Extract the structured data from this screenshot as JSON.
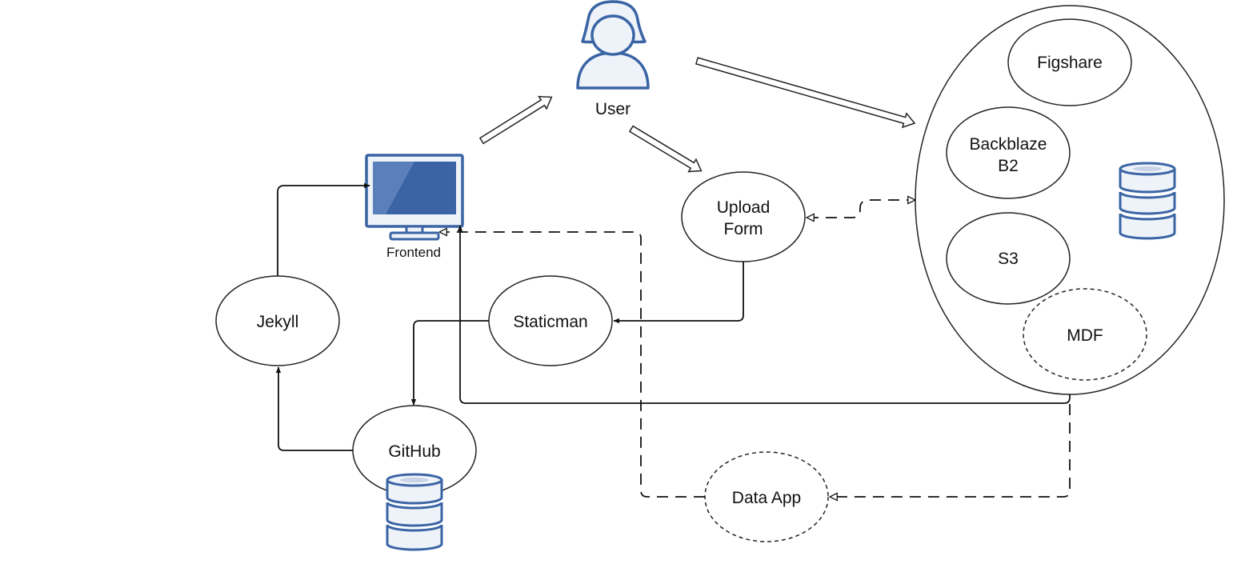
{
  "nodes": {
    "user": "User",
    "frontend": "Frontend",
    "upload_form": [
      "Upload",
      "Form"
    ],
    "staticman": "Staticman",
    "jekyll": "Jekyll",
    "github": "GitHub",
    "data_app": "Data App",
    "storage": {
      "figshare": "Figshare",
      "backblaze": [
        "Backblaze",
        "B2"
      ],
      "s3": "S3",
      "mdf": "MDF"
    }
  },
  "icons": {
    "user": "user-icon",
    "frontend": "monitor-icon",
    "storage_db": "database-icon",
    "github_db": "database-icon"
  },
  "colors": {
    "icon_stroke": "#3a64a4",
    "icon_fill": "#eef2f9",
    "screen_dark": "#3a64a4",
    "screen_light": "#5b7fb8"
  }
}
